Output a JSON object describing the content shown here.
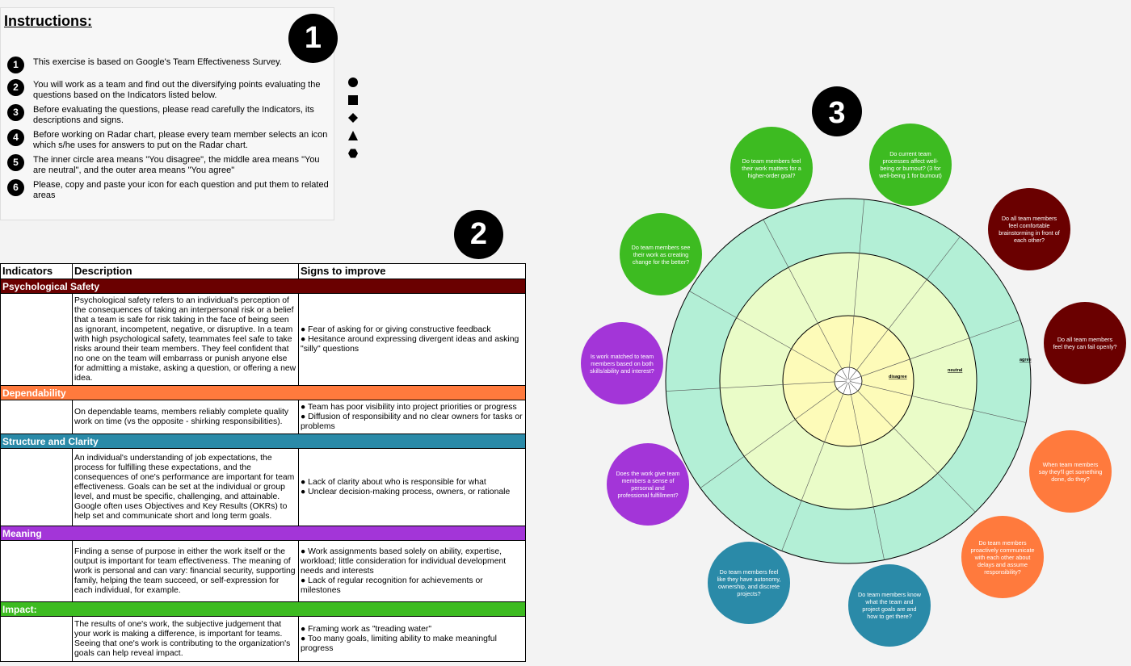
{
  "instructions": {
    "title": "Instructions:",
    "badge": "1",
    "steps": [
      {
        "num": "1",
        "text": "This exercise is based on Google's Team Effectiveness Survey."
      },
      {
        "num": "2",
        "text": "You will work as a team and find out the diversifying points evaluating the questions based on the Indicators listed below."
      },
      {
        "num": "3",
        "text": "Before evaluating the questions, please read  carefully the Indicators, its descriptions and signs."
      },
      {
        "num": "4",
        "text": "Before working on Radar chart, please every team member selects an icon which s/he uses for answers to put on the Radar chart."
      },
      {
        "num": "5",
        "text": "The inner circle area means \"You disagree\", the middle area means \"You are neutral\", and the outer area means \"You agree\""
      },
      {
        "num": "6",
        "text": "Please, copy and paste your icon for each question and put them to related areas"
      }
    ],
    "icons": [
      "circle-icon",
      "square-icon",
      "diamond-icon",
      "triangle-icon",
      "hexagon-icon"
    ]
  },
  "table": {
    "badge": "2",
    "headers": [
      "Indicators",
      "Description",
      "Signs to improve"
    ],
    "sections": [
      {
        "name": "Psychological Safety",
        "color": "#6a0000",
        "description": "Psychological safety refers to an individual's perception of the consequences of taking an interpersonal risk or a belief that a team is safe for risk taking in the face of being seen as ignorant, incompetent, negative, or disruptive. In a team with high psychological safety, teammates feel safe to take risks around their team members. They feel confident that no one on the team will embarrass or punish anyone else for admitting a mistake, asking a question, or offering a new idea.",
        "signs": [
          "● Fear of asking for or giving constructive feedback",
          "● Hesitance around expressing divergent ideas and asking \"silly\" questions"
        ]
      },
      {
        "name": "Dependability",
        "color": "#ff7a3d",
        "description": "On dependable teams, members reliably complete quality work on time (vs the opposite - shirking responsibilities).",
        "signs": [
          "● Team has poor visibility into project priorities or progress",
          "● Diffusion of responsibility and no clear owners for tasks or problems"
        ]
      },
      {
        "name": "Structure and Clarity",
        "color": "#2a8aa8",
        "description": "An individual's understanding of job expectations, the process for fulfilling these expectations, and the consequences of one's performance are important for team effectiveness. Goals can be set at the individual or group level, and must be specific, challenging, and attainable. Google often uses Objectives and Key Results (OKRs) to help set and communicate short and long term goals.",
        "signs": [
          "● Lack of clarity about who is responsible for what",
          "● Unclear decision-making process, owners, or rationale"
        ]
      },
      {
        "name": "Meaning",
        "color": "#a335d8",
        "description": " Finding a sense of purpose in either the work itself or the output is important for team effectiveness. The meaning of work is personal and can vary: financial security, supporting family, helping the team succeed, or self-expression for each individual, for example.",
        "signs": [
          "● Work assignments based solely on ability, expertise, workload; little consideration for individual development needs and interests",
          "● Lack of regular recognition for achievements or milestones"
        ]
      },
      {
        "name": "Impact:",
        "color": "#3dbb21",
        "description": "The results of one's work, the subjective judgement that your work is making a difference, is important for teams. Seeing that one's work is contributing to the organization's goals can help reveal impact.",
        "signs": [
          "● Framing work as \"treading water\"",
          "● Too many goals, limiting ability to make meaningful progress"
        ]
      }
    ]
  },
  "radar": {
    "badge": "3",
    "labels": {
      "disagree": "disagree",
      "neutral": "neutral",
      "agree": "agree"
    },
    "colors": {
      "outer": "#b3efd6",
      "middle": "#eafcc8",
      "inner": "#fdfbb9"
    },
    "questions": [
      {
        "text": "Do team members feel their work matters for a higher-order goal?",
        "color": "#3dbb21"
      },
      {
        "text": "Do  current   team processes affect well-being or burnout?  (3 for well-being 1 for burnout)",
        "color": "#3dbb21"
      },
      {
        "text": "Do all team members feel comfortable brainstorming in front of each other?",
        "color": "#6a0000"
      },
      {
        "text": "Do all team members feel they can fail openly?",
        "color": "#6a0000"
      },
      {
        "text": "When team members say they'll get something done, do they?",
        "color": "#ff7a3d"
      },
      {
        "text": "Do team members proactively communicate with each other about delays and assume responsibility?",
        "color": "#ff7a3d"
      },
      {
        "text": "Do team members know what the team and project goals are and how to get there?",
        "color": "#2a8aa8"
      },
      {
        "text": "Do team members feel like they have autonomy, ownership, and discrete projects?",
        "color": "#2a8aa8"
      },
      {
        "text": "Does the work give team members a sense of personal and professional fulfillment?",
        "color": "#a335d8"
      },
      {
        "text": "Is work matched to team members based on both skills/ability and interest?",
        "color": "#a335d8"
      },
      {
        "text": "Do team members see their work as creating change for the better?",
        "color": "#3dbb21"
      }
    ]
  }
}
